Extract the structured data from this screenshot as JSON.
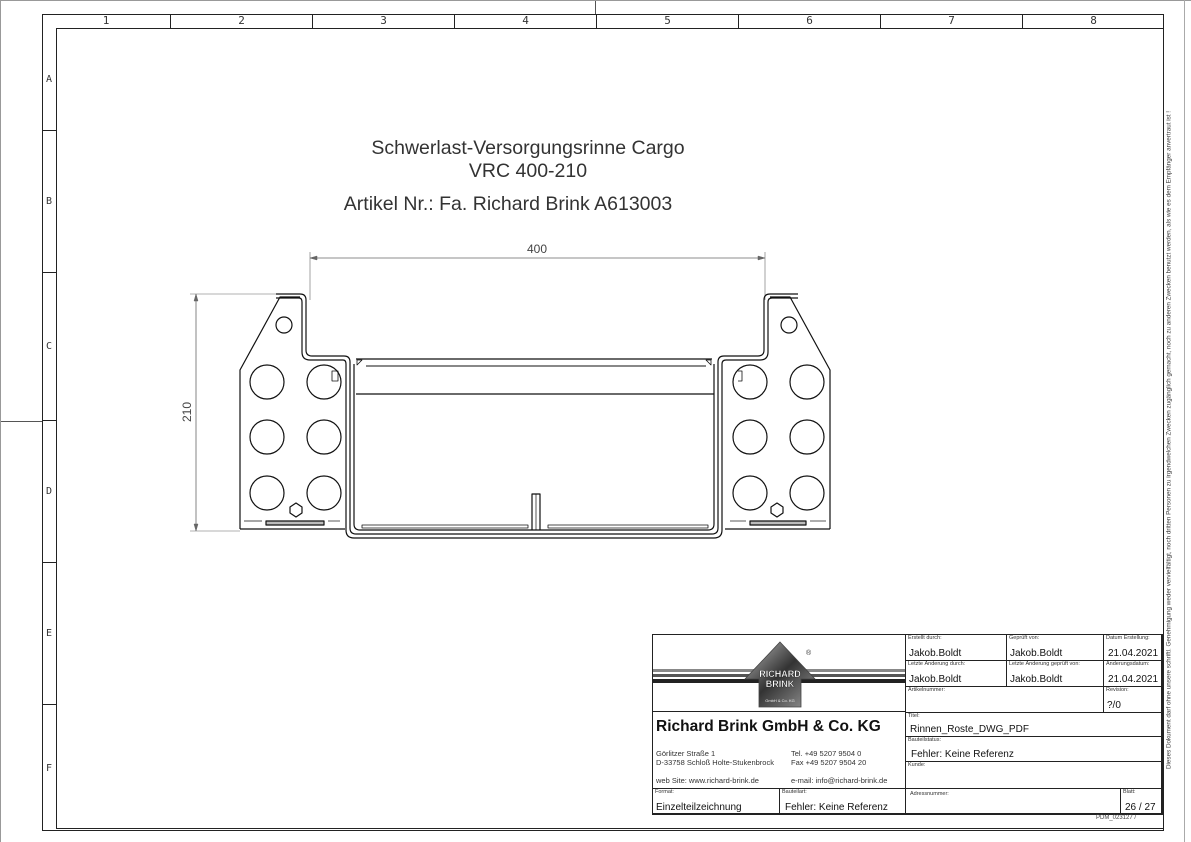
{
  "drawing": {
    "title_line1": "Schwerlast-Versorgungsrinne Cargo",
    "title_line2": "VRC 400-210",
    "article_line": "Artikel Nr.: Fa. Richard Brink A613003",
    "dimension_width": "400",
    "dimension_height": "210"
  },
  "grid": {
    "columns": [
      "1",
      "2",
      "3",
      "4",
      "5",
      "6",
      "7",
      "8"
    ],
    "rows": [
      "A",
      "B",
      "C",
      "D",
      "E",
      "F"
    ]
  },
  "side_note": "Dieses Dokument darf ohne unsere schriftl. Genehmigung weder vervielfältigt, noch dritten Personen zu irgendwelchen Zwecken zugänglich gemacht, noch zu anderen Zwecken benutzt werden, als wie es dem Empfänger anvertraut ist !",
  "title_block": {
    "logo": {
      "line1": "RICHARD",
      "line2": "BRINK",
      "sub": "GmbH & Co. KG",
      "mark": "®"
    },
    "company": "Richard Brink GmbH & Co. KG",
    "address_street": "Görlitzer Straße 1",
    "address_city": "D-33758 Schloß Holte-Stukenbrock",
    "phone": "Tel. +49 5207 9504  0",
    "fax": "Fax  +49 5207 9504 20",
    "web": "web Site: www.richard-brink.de",
    "email": "e-mail: info@richard-brink.de",
    "format_label": "Format:",
    "format_value": "Einzelteilzeichnung",
    "bauteilart_label": "Bauteilart:",
    "bauteilart_value": "Fehler: Keine Referenz",
    "created_by_label": "Erstellt durch:",
    "created_by": "Jakob.Boldt",
    "checked_by_label": "Geprüft von:",
    "checked_by": "Jakob.Boldt",
    "created_date_label": "Datum Erstellung:",
    "created_date": "21.04.2021",
    "last_change_label": "Letzte Änderung durch:",
    "last_change_by": "Jakob.Boldt",
    "last_change_checked_label": "Letzte Änderung geprüft von:",
    "last_change_checked_by": "Jakob.Boldt",
    "change_date_label": "Änderungsdatum:",
    "change_date": "21.04.2021",
    "article_number_label": "Artikelnummer:",
    "article_number": "",
    "revision_label": "Revision:",
    "revision": "?/0",
    "title_label": "Titel:",
    "title": "Rinnen_Roste_DWG_PDF",
    "status_label": "Bauteilstatus:",
    "status": "Fehler: Keine Referenz",
    "customer_label": "Kunde:",
    "customer": "",
    "address_number_label": "Adressnummer:",
    "address_number": "",
    "sheet_label": "Blatt:",
    "sheet": "26 / 27",
    "pdm": "PDM_023127 /"
  }
}
